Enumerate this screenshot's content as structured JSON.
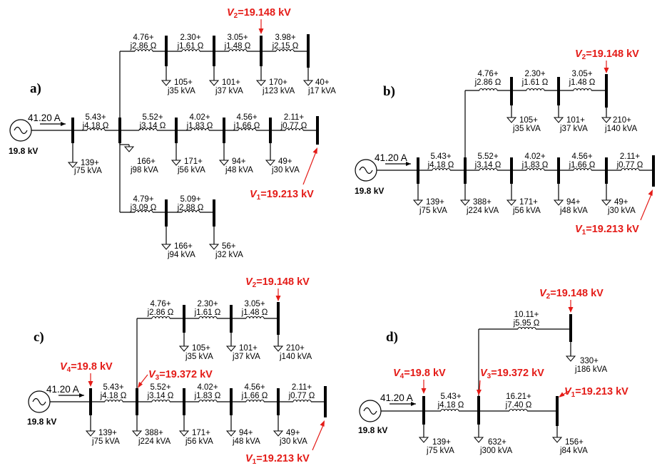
{
  "panels": {
    "a": {
      "label": "a)",
      "source_voltage": "19.8 kV",
      "current": "41.20 A",
      "lines": [
        {
          "r": "5.43+",
          "x": "j4.18 Ω"
        },
        {
          "r": "5.52+",
          "x": "j3.14 Ω"
        },
        {
          "r": "4.02+",
          "x": "j1.83 Ω"
        },
        {
          "r": "4.56+",
          "x": "j1.66 Ω"
        },
        {
          "r": "2.11+",
          "x": "j0.77 Ω"
        },
        {
          "r": "4.76+",
          "x": "j2.86 Ω"
        },
        {
          "r": "2.30+",
          "x": "j1.61 Ω"
        },
        {
          "r": "3.05+",
          "x": "j1.48 Ω"
        },
        {
          "r": "3.98+",
          "x": "j2.15 Ω"
        },
        {
          "r": "4.79+",
          "x": "j3.09 Ω"
        },
        {
          "r": "5.09+",
          "x": "j2.88 Ω"
        }
      ],
      "loads": [
        {
          "p": "139+",
          "q": "j75 kVA"
        },
        {
          "p": "166+",
          "q": "j98 kVA"
        },
        {
          "p": "171+",
          "q": "j56 kVA"
        },
        {
          "p": "94+",
          "q": "j48 kVA"
        },
        {
          "p": "49+",
          "q": "j30 kVA"
        },
        {
          "p": "105+",
          "q": "j35 kVA"
        },
        {
          "p": "101+",
          "q": "j37 kVA"
        },
        {
          "p": "170+",
          "q": "j123 kVA"
        },
        {
          "p": "40+",
          "q": "j17 kVA"
        },
        {
          "p": "166+",
          "q": "j94 kVA"
        },
        {
          "p": "56+",
          "q": "j32 kVA"
        }
      ],
      "v1": {
        "sym": "V",
        "sub": "1",
        "val": "=19.213 kV"
      },
      "v2": {
        "sym": "V",
        "sub": "2",
        "val": "=19.148 kV"
      }
    },
    "b": {
      "label": "b)",
      "source_voltage": "19.8 kV",
      "current": "41.20 A",
      "lines": [
        {
          "r": "5.43+",
          "x": "j4.18 Ω"
        },
        {
          "r": "5.52+",
          "x": "j3.14 Ω"
        },
        {
          "r": "4.02+",
          "x": "j1.83 Ω"
        },
        {
          "r": "4.56+",
          "x": "j1.66 Ω"
        },
        {
          "r": "2.11+",
          "x": "j0.77 Ω"
        },
        {
          "r": "4.76+",
          "x": "j2.86 Ω"
        },
        {
          "r": "2.30+",
          "x": "j1.61 Ω"
        },
        {
          "r": "3.05+",
          "x": "j1.48 Ω"
        }
      ],
      "loads": [
        {
          "p": "139+",
          "q": "j75 kVA"
        },
        {
          "p": "388+",
          "q": "j224 kVA"
        },
        {
          "p": "171+",
          "q": "j56 kVA"
        },
        {
          "p": "94+",
          "q": "j48 kVA"
        },
        {
          "p": "49+",
          "q": "j30 kVA"
        },
        {
          "p": "105+",
          "q": "j35 kVA"
        },
        {
          "p": "101+",
          "q": "j37 kVA"
        },
        {
          "p": "210+",
          "q": "j140 kVA"
        }
      ],
      "v1": {
        "sym": "V",
        "sub": "1",
        "val": "=19.213 kV"
      },
      "v2": {
        "sym": "V",
        "sub": "2",
        "val": "=19.148 kV"
      }
    },
    "c": {
      "label": "c)",
      "source_voltage": "19.8 kV",
      "current": "41.20 A",
      "lines": [
        {
          "r": "5.43+",
          "x": "j4.18 Ω"
        },
        {
          "r": "5.52+",
          "x": "j3.14 Ω"
        },
        {
          "r": "4.02+",
          "x": "j1.83 Ω"
        },
        {
          "r": "4.56+",
          "x": "j1.66 Ω"
        },
        {
          "r": "2.11+",
          "x": "j0.77 Ω"
        },
        {
          "r": "4.76+",
          "x": "j2.86 Ω"
        },
        {
          "r": "2.30+",
          "x": "j1.61 Ω"
        },
        {
          "r": "3.05+",
          "x": "j1.48 Ω"
        }
      ],
      "loads": [
        {
          "p": "139+",
          "q": "j75 kVA"
        },
        {
          "p": "388+",
          "q": "j224 kVA"
        },
        {
          "p": "171+",
          "q": "j56 kVA"
        },
        {
          "p": "94+",
          "q": "j48 kVA"
        },
        {
          "p": "49+",
          "q": "j30 kVA"
        },
        {
          "p": "105+",
          "q": "j35 kVA"
        },
        {
          "p": "101+",
          "q": "j37 kVA"
        },
        {
          "p": "210+",
          "q": "j140 kVA"
        }
      ],
      "v1": {
        "sym": "V",
        "sub": "1",
        "val": "=19.213 kV"
      },
      "v2": {
        "sym": "V",
        "sub": "2",
        "val": "=19.148 kV"
      },
      "v3": {
        "sym": "V",
        "sub": "3",
        "val": "=19.372 kV"
      },
      "v4": {
        "sym": "V",
        "sub": "4",
        "val": "=19.8 kV"
      }
    },
    "d": {
      "label": "d)",
      "source_voltage": "19.8 kV",
      "current": "41.20 A",
      "lines": [
        {
          "r": "5.43+",
          "x": "j4.18 Ω"
        },
        {
          "r": "16.21+",
          "x": "j7.40 Ω"
        },
        {
          "r": "10.11+",
          "x": "j5.95 Ω"
        }
      ],
      "loads": [
        {
          "p": "139+",
          "q": "j75 kVA"
        },
        {
          "p": "632+",
          "q": "j300 kVA"
        },
        {
          "p": "156+",
          "q": "j84 kVA"
        },
        {
          "p": "330+",
          "q": "j186 kVA"
        }
      ],
      "v1": {
        "sym": "V",
        "sub": "1",
        "val": "=19.213 kV"
      },
      "v2": {
        "sym": "V",
        "sub": "2",
        "val": "=19.148 kV"
      },
      "v3": {
        "sym": "V",
        "sub": "3",
        "val": "=19.372 kV"
      },
      "v4": {
        "sym": "V",
        "sub": "4",
        "val": "=19.8 kV"
      }
    }
  }
}
